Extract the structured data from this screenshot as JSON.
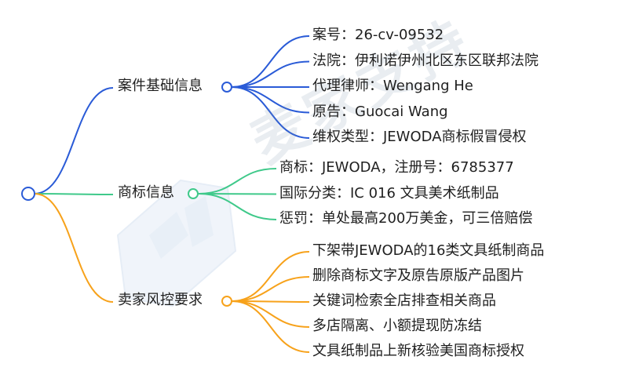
{
  "watermark": {
    "text": "麦家支持"
  },
  "branches": [
    {
      "label": "案件基础信息",
      "color": "#2a5bd7",
      "children": [
        "案号：26-cv-09532",
        "法院：伊利诺伊州北区东区联邦法院",
        "代理律师：Wengang He",
        "原告：Guocai Wang",
        "维权类型：JEWODA商标假冒侵权"
      ]
    },
    {
      "label": "商标信息",
      "color": "#3fc98a",
      "children": [
        "商标：JEWODA，注册号：6785377",
        "国际分类：IC 016 文具美术纸制品",
        "惩罚：单处最高200万美金，可三倍赔偿"
      ]
    },
    {
      "label": "卖家风控要求",
      "color": "#f7a21b",
      "children": [
        "下架带JEWODA的16类文具纸制商品",
        "删除商标文字及原告原版产品图片",
        "关键词检索全店排查相关商品",
        "多店隔离、小额提现防冻结",
        "文具纸制品上新核验美国商标授权"
      ]
    }
  ]
}
